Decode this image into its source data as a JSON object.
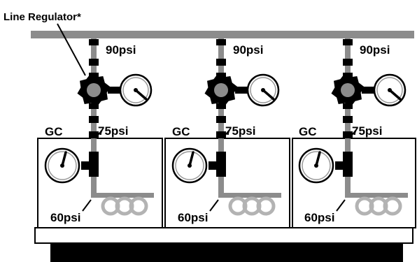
{
  "callout": {
    "text": "Line Regulator*"
  },
  "units": [
    {
      "supply_label": "90psi",
      "gc_label": "GC",
      "inlet_label": "75psi",
      "outlet_label": "60psi"
    },
    {
      "supply_label": "90psi",
      "gc_label": "GC",
      "inlet_label": "75psi",
      "outlet_label": "60psi"
    },
    {
      "supply_label": "90psi",
      "gc_label": "GC",
      "inlet_label": "75psi",
      "outlet_label": "60psi"
    }
  ],
  "colors": {
    "pipe": "#8c8c8c",
    "pipe_light": "#b3b3b3",
    "ink": "#000000",
    "background": "#ffffff"
  }
}
